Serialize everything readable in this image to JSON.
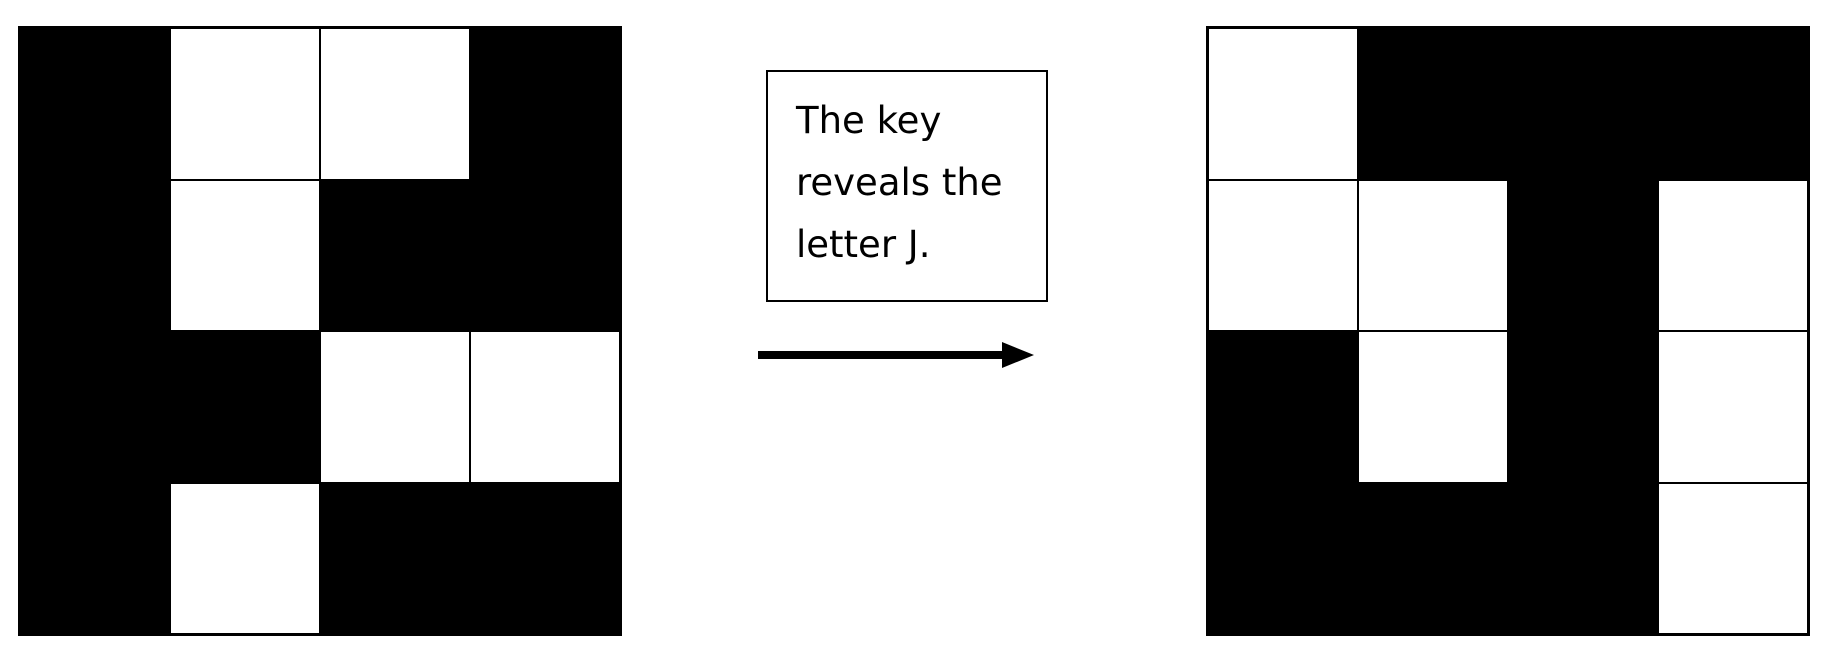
{
  "left_grid": {
    "rows": [
      [
        1,
        0,
        0,
        1
      ],
      [
        1,
        0,
        1,
        1
      ],
      [
        1,
        1,
        0,
        0
      ],
      [
        1,
        0,
        1,
        1
      ]
    ]
  },
  "right_grid": {
    "rows": [
      [
        0,
        1,
        1,
        1
      ],
      [
        0,
        0,
        1,
        0
      ],
      [
        1,
        0,
        1,
        0
      ],
      [
        1,
        1,
        1,
        0
      ]
    ]
  },
  "note": {
    "line1": "The key",
    "line2": "reveals the",
    "line3": "letter J."
  },
  "colors": {
    "filled": "#000000",
    "empty": "#ffffff"
  },
  "arrow_icon": "right-arrow-icon"
}
